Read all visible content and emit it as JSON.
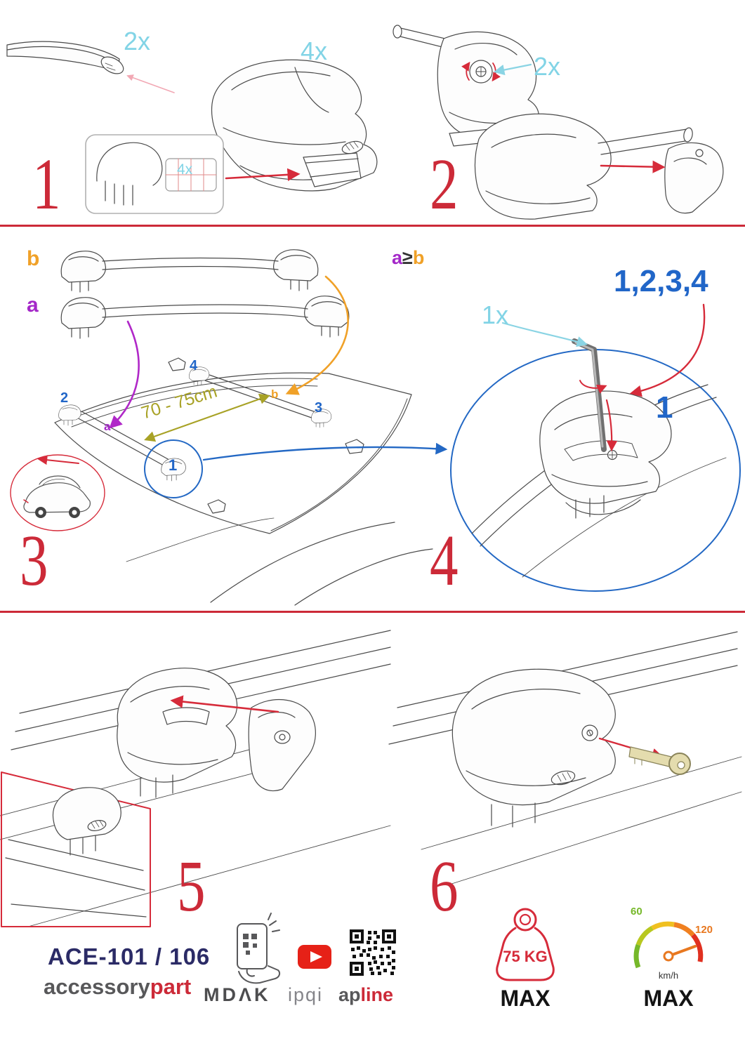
{
  "colors": {
    "red": "#cc2a38",
    "cyan": "#82d4e6",
    "blue": "#2166c8",
    "purple": "#a428c8",
    "orange": "#f0a128",
    "olive": "#a8a226",
    "navy": "#2b2b66",
    "gray": "#58585a",
    "green": "#76b82a",
    "speed_orange": "#e87820"
  },
  "step1": {
    "number": "1",
    "bar_qty": "2x",
    "foot_qty": "4x",
    "pad_qty": "4x"
  },
  "step2": {
    "number": "2",
    "knob_qty": "2x"
  },
  "step3": {
    "number": "3",
    "bar_b_label": "b",
    "bar_a_label": "a",
    "rule_a": "a",
    "rule_op": "≥",
    "rule_b": "b",
    "span_label": "70 - 75cm",
    "pos_1": "1",
    "pos_2": "2",
    "pos_3": "3",
    "pos_4": "4",
    "pos_a": "a",
    "pos_b": "b"
  },
  "step4": {
    "number": "4",
    "key_qty": "1x",
    "tighten_sequence": "1,2,3,4",
    "sequence_first": "1"
  },
  "step5": {
    "number": "5"
  },
  "step6": {
    "number": "6"
  },
  "footer": {
    "model": "ACE-101 / 106",
    "brand_gray": "accessory",
    "brand_red": "part",
    "mdak_label": "MDΛK",
    "ipqi_label": "ipqi",
    "apline_gray": "ap",
    "apline_red": "line",
    "weight_value": "75 KG",
    "weight_max": "MAX",
    "speed_low": "60",
    "speed_high": "120",
    "speed_unit": "km/h",
    "speed_max": "MAX"
  }
}
